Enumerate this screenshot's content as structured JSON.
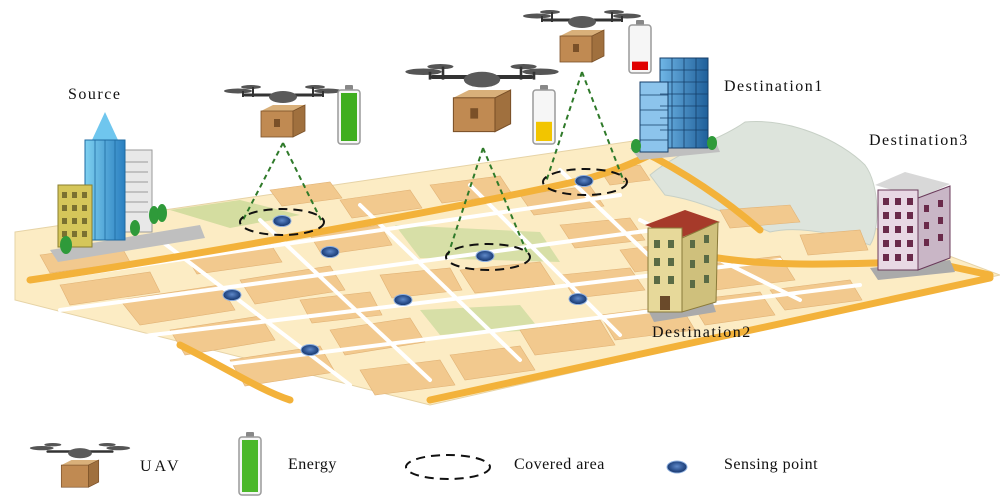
{
  "labels": {
    "source": "Source",
    "destination1": "Destination1",
    "destination2": "Destination2",
    "destination3": "Destination3"
  },
  "legend": {
    "uav": "UAV",
    "energy": "Energy",
    "covered_area": "Covered area",
    "sensing_point": "Sensing point"
  },
  "uavs": [
    {
      "id": "uav-1",
      "battery_level": 1.0,
      "battery_color": "#3fae1f"
    },
    {
      "id": "uav-2",
      "battery_level": 0.4,
      "battery_color": "#f2c500"
    },
    {
      "id": "uav-3",
      "battery_level": 0.2,
      "battery_color": "#e00000"
    }
  ],
  "colors": {
    "map_base": "#fcecc4",
    "road_major": "#f3b23a",
    "road_minor": "#ffffff",
    "block": "#f2c98e",
    "park": "#d7dfa7",
    "lake": "#dde4dc",
    "sensing_point": "#2a4f8c",
    "beam": "#2f7a2a",
    "energy_legend": "#4cb82a"
  },
  "icons": {
    "uav": "drone-with-package-icon",
    "energy": "battery-icon",
    "covered_area": "dashed-ellipse-icon",
    "sensing_point": "blue-dot-icon"
  }
}
